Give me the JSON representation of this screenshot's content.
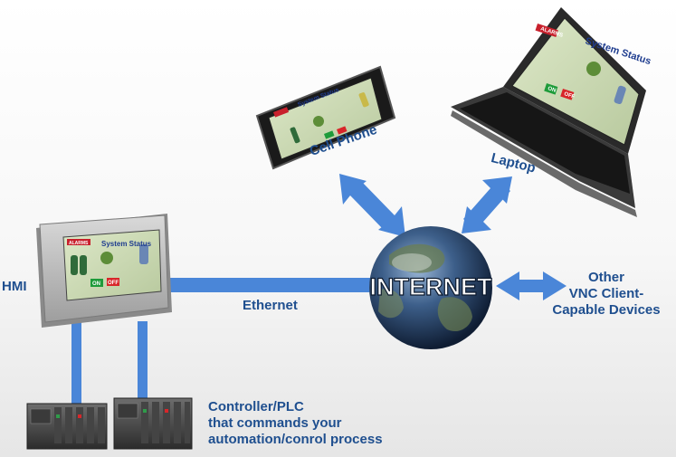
{
  "colors": {
    "link": "#4a86d8",
    "label": "#1f4f8f",
    "accent": "#2b6fd6"
  },
  "labels": {
    "hmi": "HMI",
    "ethernet": "Ethernet",
    "cell_phone": "Cell Phone",
    "laptop": "Laptop",
    "internet": "INTERNET",
    "other_line1": "Other",
    "other_line2": "VNC Client-",
    "other_line3": "Capable Devices",
    "controller_line1": "Controller/PLC",
    "controller_line2": "that commands your",
    "controller_line3": "automation/conrol process"
  },
  "screen": {
    "title": "System Status",
    "alarms": "ALARMS",
    "on": "ON",
    "off": "OFF"
  },
  "icons": [
    "hmi-panel-icon",
    "cell-phone-icon",
    "laptop-icon",
    "globe-icon",
    "plc-controller-icon"
  ]
}
